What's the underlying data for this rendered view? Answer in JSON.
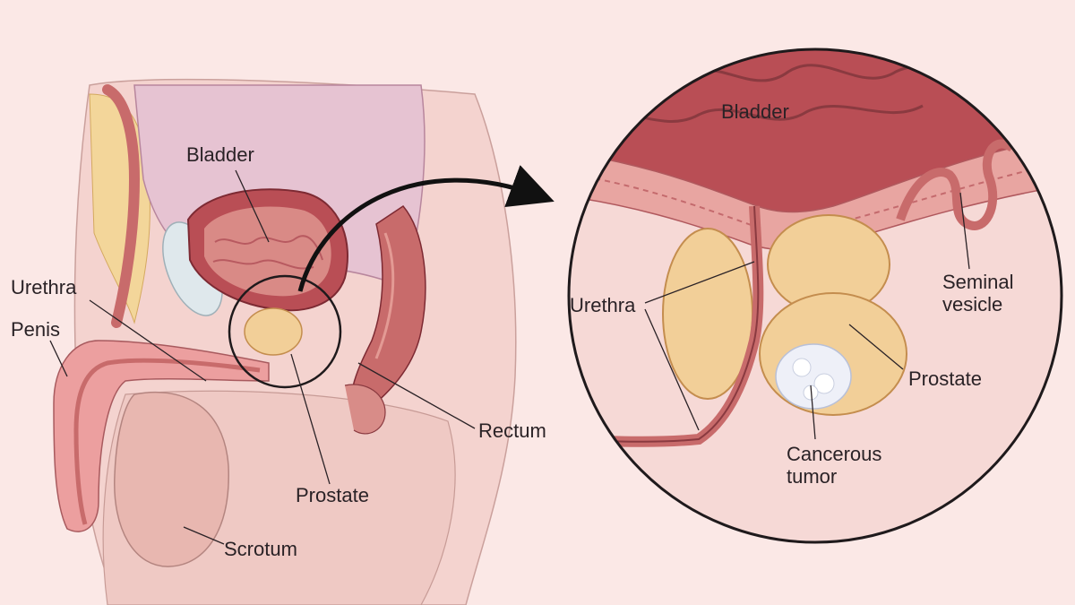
{
  "left_labels": {
    "bladder": "Bladder",
    "urethra": "Urethra",
    "penis": "Penis",
    "rectum": "Rectum",
    "prostate": "Prostate",
    "scrotum": "Scrotum"
  },
  "zoom_labels": {
    "bladder": "Bladder",
    "urethra": "Urethra",
    "seminal_vesicle": "Seminal\nvesicle",
    "prostate": "Prostate",
    "cancerous_tumor": "Cancerous\ntumor"
  },
  "colors": {
    "background": "#fbe8e6",
    "body_fill": "#f6d9d6",
    "tissue": "#e9b8b3",
    "muscle": "#c86b6b",
    "bladder_wall": "#b94e55",
    "bladder_inner": "#d98a86",
    "fat": "#f3d69a",
    "prostate": "#f2cf98",
    "tumor": "#eef0f8",
    "outline": "#1f1a1c"
  }
}
